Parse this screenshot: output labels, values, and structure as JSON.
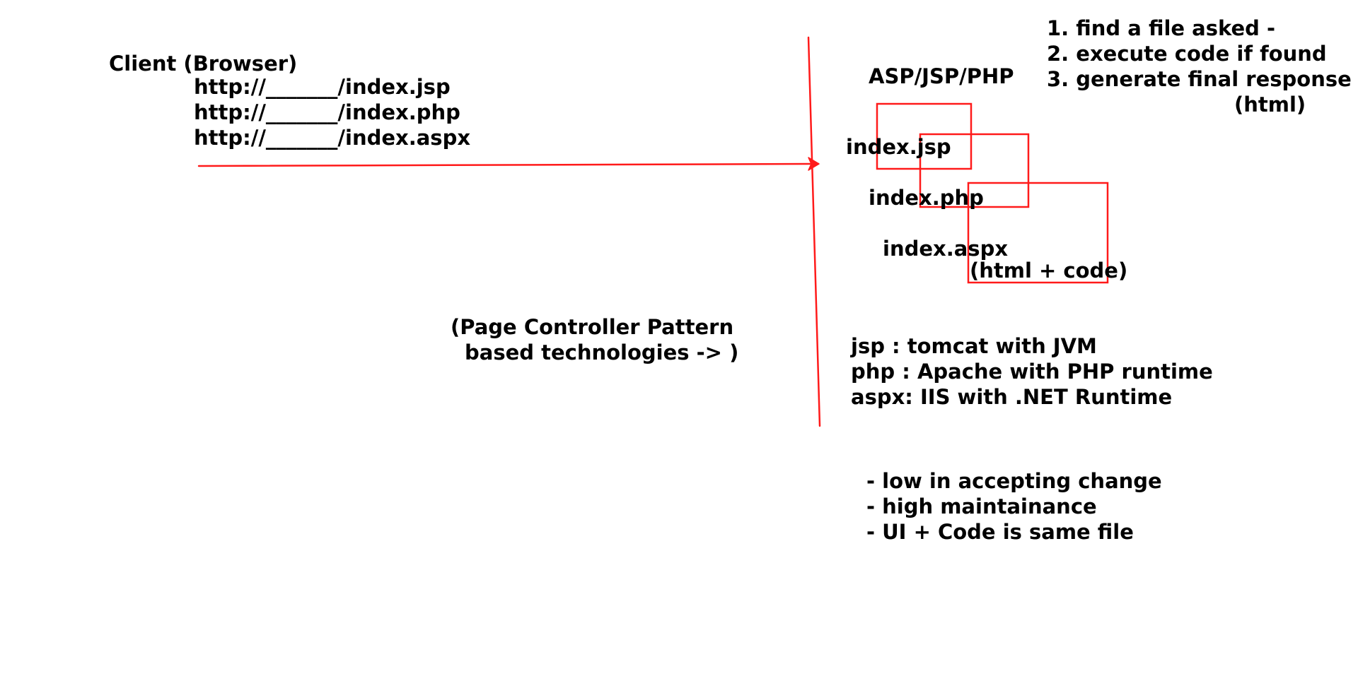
{
  "client": {
    "title": "Client (Browser)",
    "urls": [
      "http://_______/index.jsp",
      "http://_______/index.php",
      "http://_______/index.aspx"
    ]
  },
  "pattern_note": {
    "line1": "(Page Controller Pattern",
    "line2": "based technologies -> )"
  },
  "server": {
    "tech_label": "ASP/JSP/PHP",
    "files": [
      "index.jsp",
      "index.php",
      "index.aspx"
    ],
    "file_contents_note": "(html + code)",
    "steps": [
      "1. find a file asked -",
      "2. execute code if found",
      "3. generate final response",
      "(html)"
    ],
    "runtimes": [
      "jsp : tomcat with JVM",
      "php : Apache with PHP runtime",
      "aspx: IIS with .NET Runtime"
    ],
    "drawbacks": [
      "- low in accepting change",
      "- high maintainance",
      "- UI + Code is same file"
    ]
  },
  "colors": {
    "ink": "#000000",
    "pen": "#ff1a1a",
    "background": "#ffffff"
  }
}
